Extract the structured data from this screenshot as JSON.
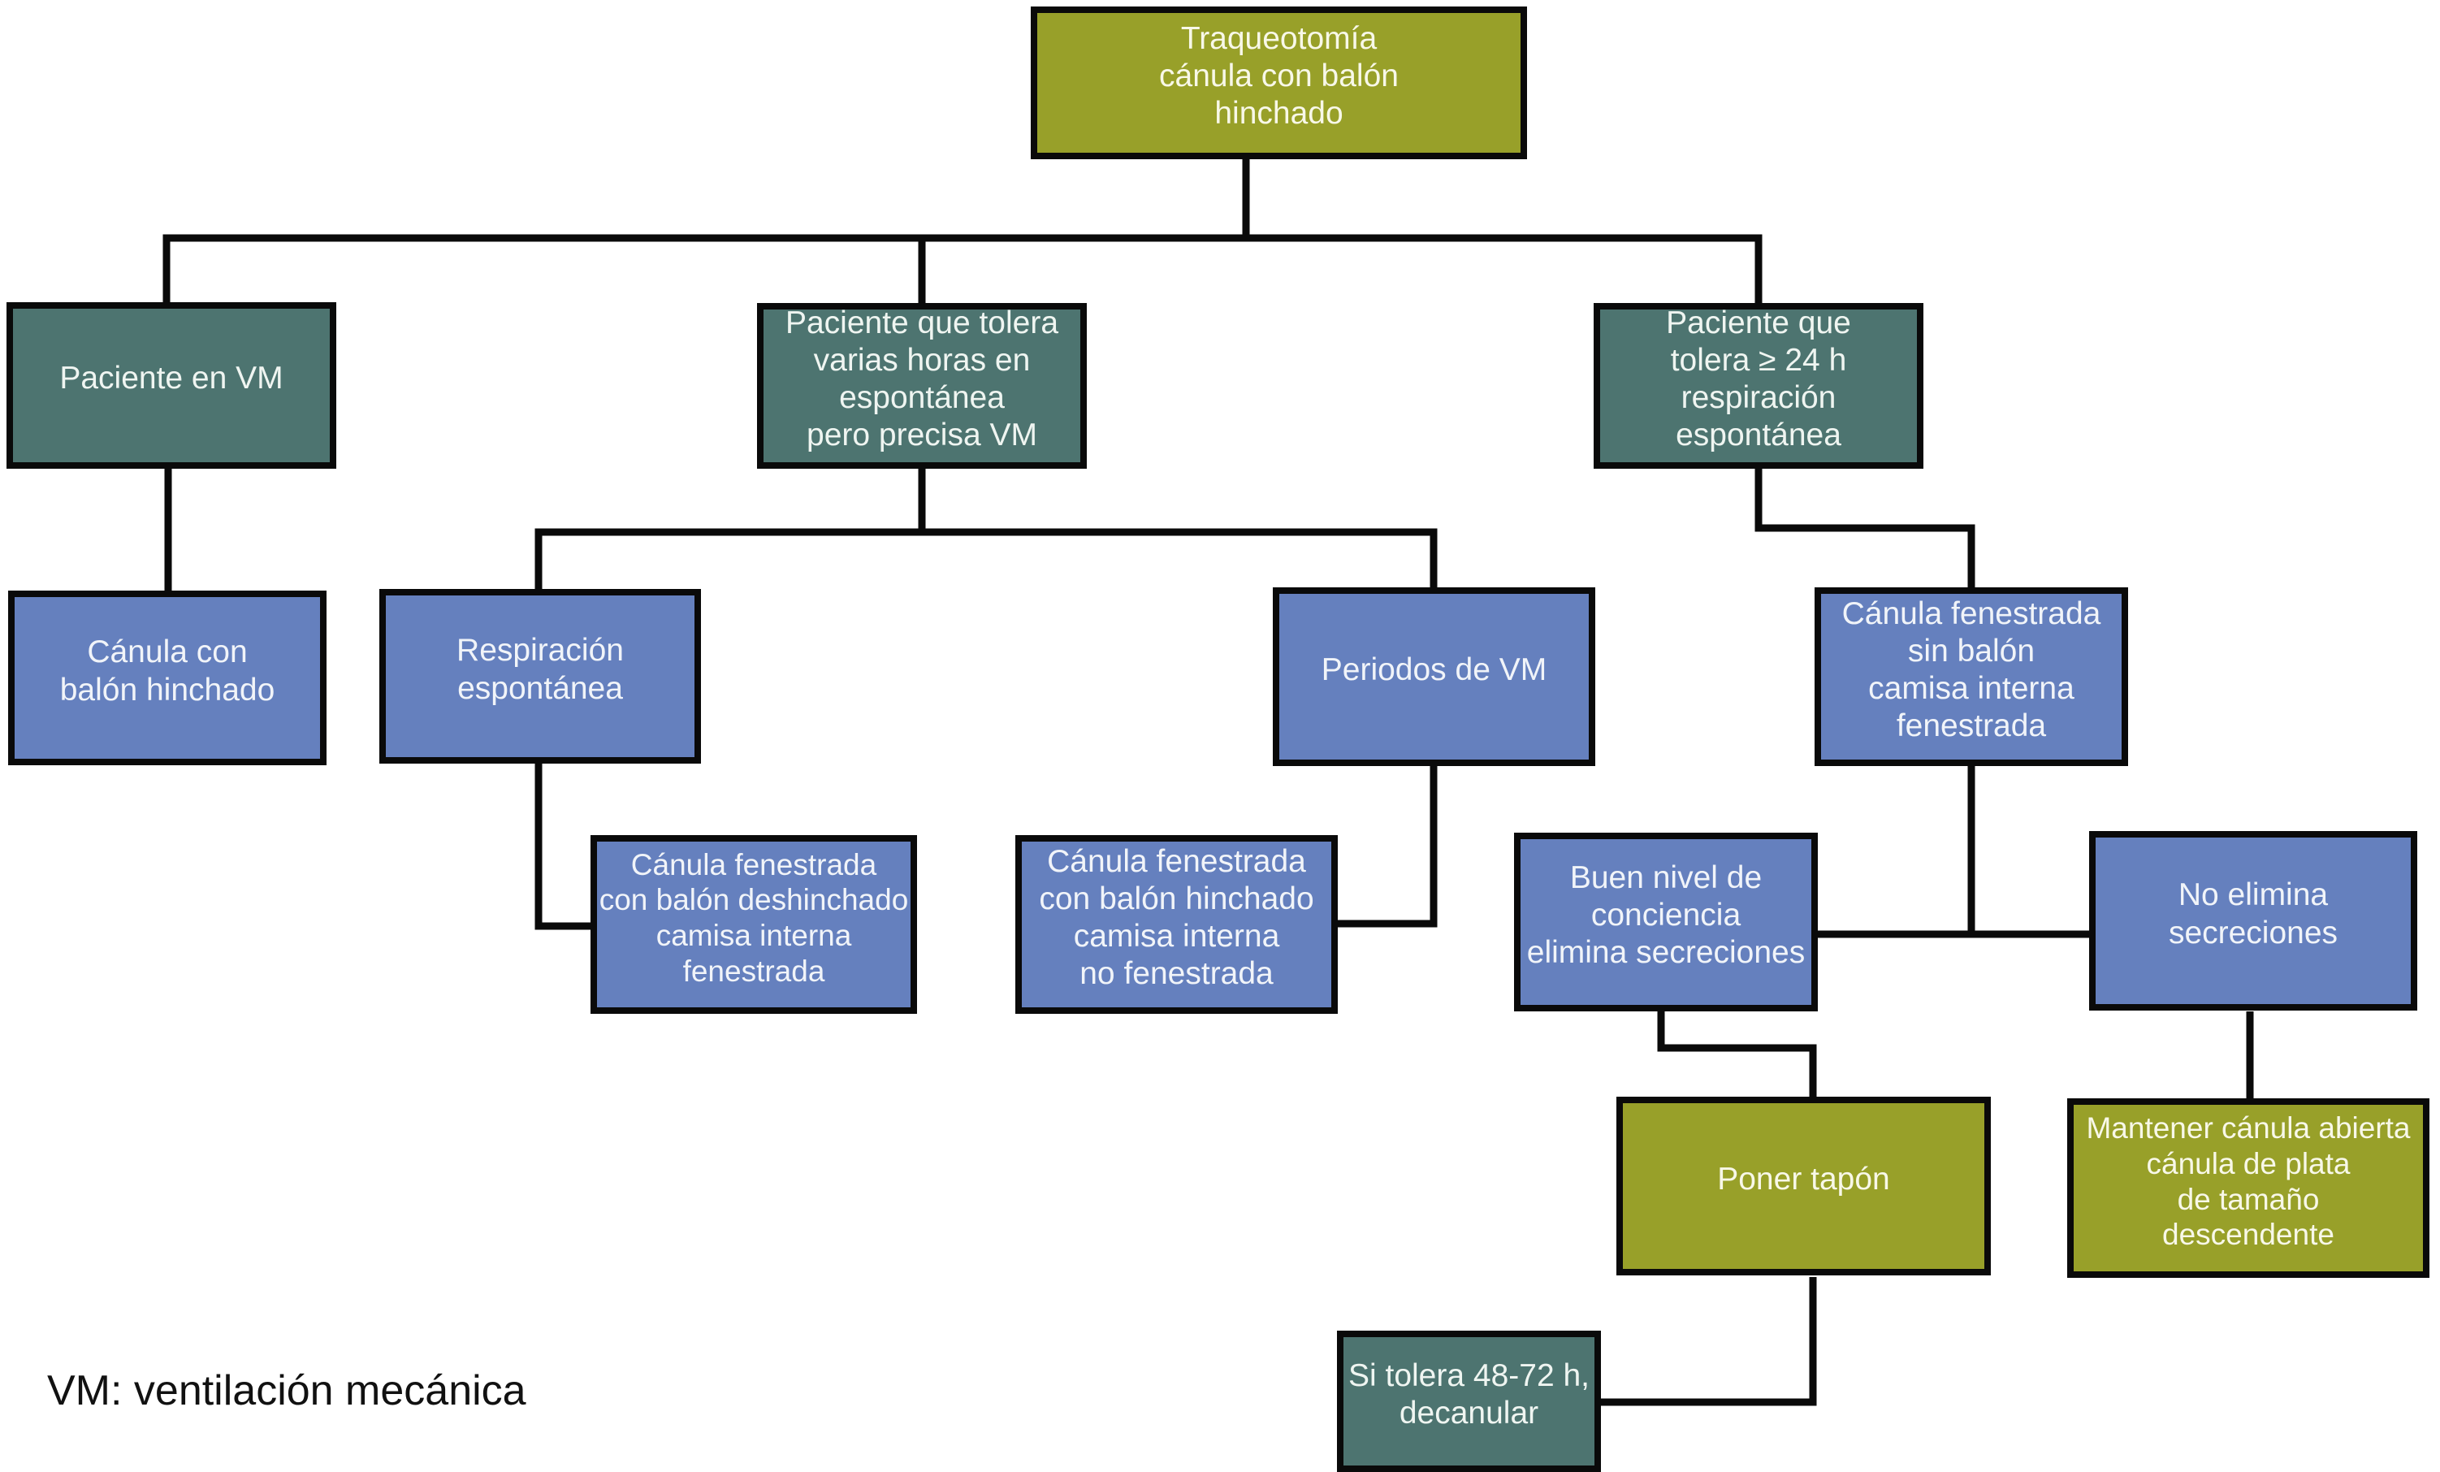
{
  "diagram": {
    "title_node": "Traqueotomía\ncánula con balón\nhinchado",
    "legend": "VM: ventilación mecánica",
    "colors": {
      "start_end": "#98a029",
      "patient_state": "#4d7470",
      "intervention": "#6580be",
      "connector": "#0a0a0a",
      "background": "#ffffff"
    },
    "nodes": {
      "traqueotomia": {
        "label": "Traqueotomía\ncánula con balón\nhinchado",
        "type": "olive"
      },
      "paciente_vm": {
        "label": "Paciente en VM",
        "type": "teal"
      },
      "paciente_tolera_horas": {
        "label": "Paciente que tolera\nvarias horas en\nespontánea\npero precisa VM",
        "type": "teal"
      },
      "paciente_tolera_24h": {
        "label": "Paciente que\ntolera ≥ 24 h\nrespiración\nespontánea",
        "type": "teal"
      },
      "canula_balon_hinchado": {
        "label": "Cánula con\nbalón hinchado",
        "type": "blue"
      },
      "respiracion_espontanea": {
        "label": "Respiración\nespontánea",
        "type": "blue"
      },
      "periodos_vm": {
        "label": "Periodos de VM",
        "type": "blue"
      },
      "canula_fen_sin_balon": {
        "label": "Cánula fenestrada\nsin balón\ncamisa interna\nfenestrada",
        "type": "blue"
      },
      "canula_fen_deshinchado": {
        "label": "Cánula fenestrada\ncon balón deshinchado\ncamisa interna\nfenestrada",
        "type": "blue"
      },
      "canula_fen_no_fen": {
        "label": "Cánula fenestrada\ncon balón hinchado\ncamisa interna\nno fenestrada",
        "type": "blue"
      },
      "buen_nivel": {
        "label": "Buen nivel de\nconciencia\nelimina secreciones",
        "type": "blue"
      },
      "no_elimina": {
        "label": "No elimina\nsecreciones",
        "type": "blue"
      },
      "poner_tapon": {
        "label": "Poner tapón",
        "type": "olive"
      },
      "mantener_canula": {
        "label": "Mantener cánula abierta\ncánula de plata\nde tamaño\ndescendente",
        "type": "olive"
      },
      "si_tolera": {
        "label": "Si tolera 48-72 h,\ndecanular",
        "type": "teal"
      }
    },
    "edges": [
      {
        "from": "traqueotomia",
        "to": "paciente_vm"
      },
      {
        "from": "traqueotomia",
        "to": "paciente_tolera_horas"
      },
      {
        "from": "traqueotomia",
        "to": "paciente_tolera_24h"
      },
      {
        "from": "paciente_vm",
        "to": "canula_balon_hinchado"
      },
      {
        "from": "paciente_tolera_horas",
        "to": "respiracion_espontanea"
      },
      {
        "from": "paciente_tolera_horas",
        "to": "periodos_vm"
      },
      {
        "from": "paciente_tolera_24h",
        "to": "canula_fen_sin_balon"
      },
      {
        "from": "respiracion_espontanea",
        "to": "canula_fen_deshinchado"
      },
      {
        "from": "periodos_vm",
        "to": "canula_fen_no_fen"
      },
      {
        "from": "canula_fen_sin_balon",
        "to": "buen_nivel"
      },
      {
        "from": "canula_fen_sin_balon",
        "to": "no_elimina"
      },
      {
        "from": "buen_nivel",
        "to": "poner_tapon"
      },
      {
        "from": "no_elimina",
        "to": "mantener_canula"
      },
      {
        "from": "poner_tapon",
        "to": "si_tolera"
      }
    ]
  }
}
